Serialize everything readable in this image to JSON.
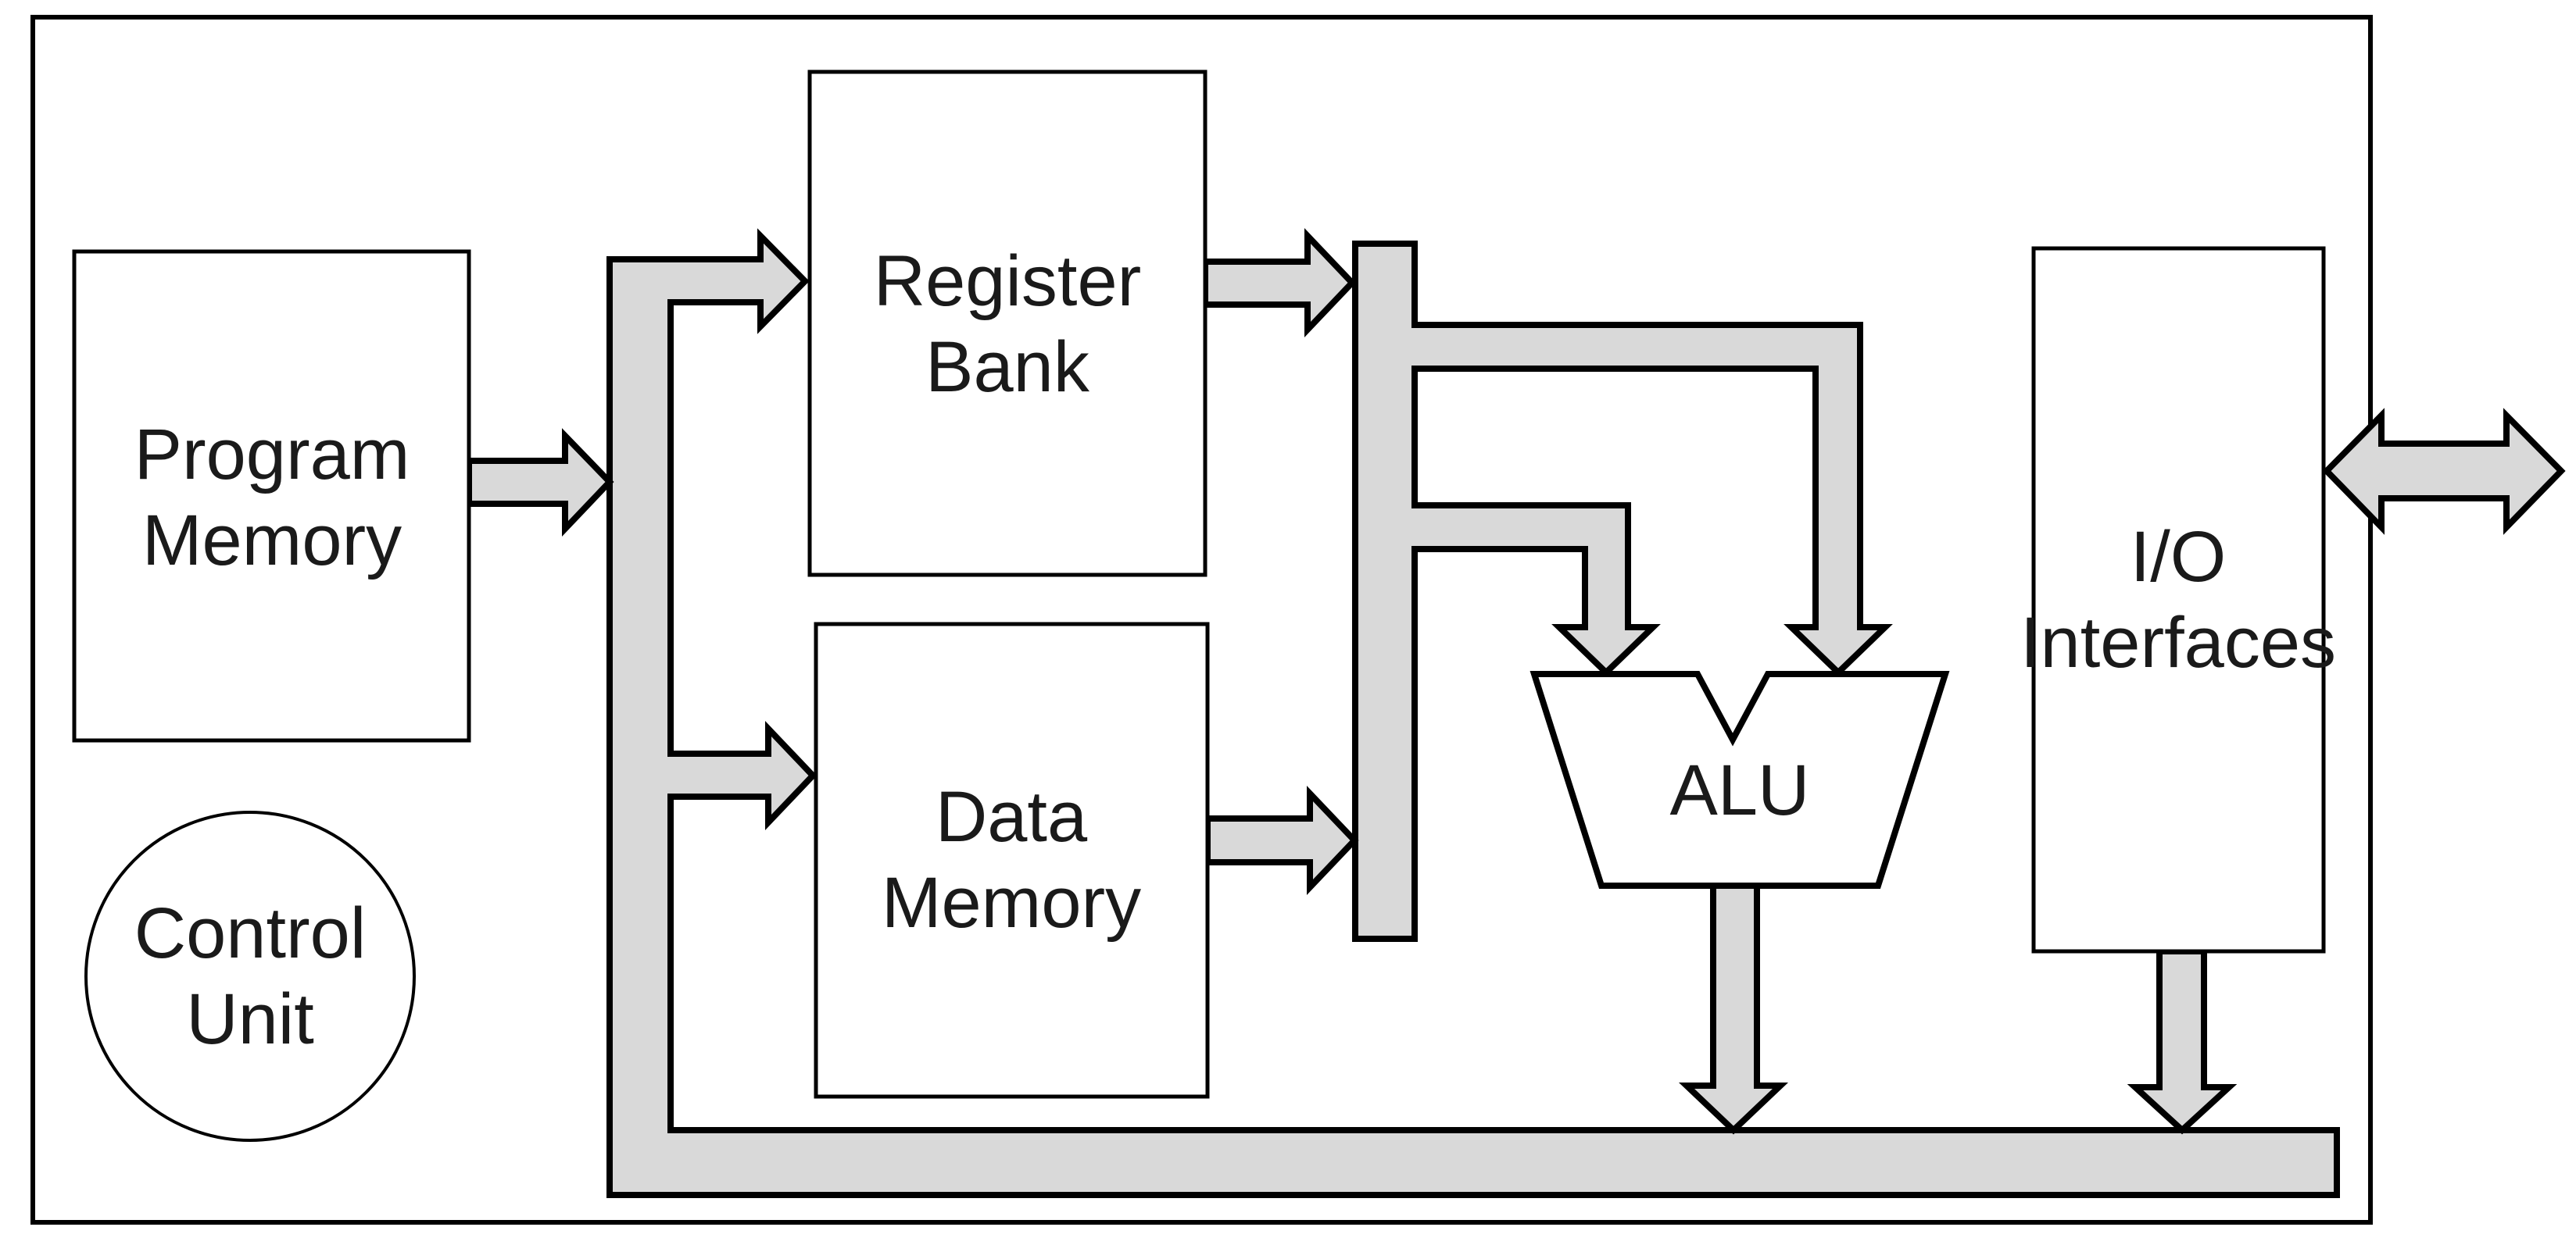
{
  "diagram": {
    "type": "block-diagram",
    "subject": "microcontroller architecture"
  },
  "colors": {
    "background": "#ffffff",
    "box_fill": "#ffffff",
    "box_stroke": "#000000",
    "connector_fill": "#d9d9d9",
    "connector_stroke": "#000000",
    "text": "#1a1a1a"
  },
  "nodes": {
    "program_memory": {
      "label_line1": "Program",
      "label_line2": "Memory"
    },
    "control_unit": {
      "label_line1": "Control",
      "label_line2": "Unit"
    },
    "register_bank": {
      "label_line1": "Register",
      "label_line2": "Bank"
    },
    "data_memory": {
      "label_line1": "Data",
      "label_line2": "Memory"
    },
    "alu": {
      "label": "ALU"
    },
    "io_interfaces": {
      "label_line1": "I/O",
      "label_line2": "Interfaces"
    }
  },
  "connectors": [
    {
      "name": "program-memory-to-internal-bus",
      "from": "program_memory",
      "to": "internal_bus",
      "direction": "right"
    },
    {
      "name": "internal-bus-to-register-bank",
      "from": "internal_bus",
      "to": "register_bank",
      "direction": "right"
    },
    {
      "name": "internal-bus-to-data-memory",
      "from": "internal_bus",
      "to": "data_memory",
      "direction": "right"
    },
    {
      "name": "register-bank-to-operand-bus",
      "from": "register_bank",
      "to": "operand_bus",
      "direction": "right"
    },
    {
      "name": "data-memory-to-operand-bus",
      "from": "data_memory",
      "to": "operand_bus",
      "direction": "right"
    },
    {
      "name": "operand-bus-to-alu-left-input",
      "from": "operand_bus",
      "to": "alu",
      "direction": "down"
    },
    {
      "name": "operand-bus-to-alu-right-input",
      "from": "operand_bus",
      "to": "alu",
      "direction": "down"
    },
    {
      "name": "alu-to-system-bus",
      "from": "alu",
      "to": "system_bus",
      "direction": "down"
    },
    {
      "name": "io-interfaces-to-system-bus",
      "from": "io_interfaces",
      "to": "system_bus",
      "direction": "down"
    },
    {
      "name": "io-external-bidirectional",
      "from": "io_interfaces",
      "to": "external",
      "direction": "both"
    }
  ]
}
